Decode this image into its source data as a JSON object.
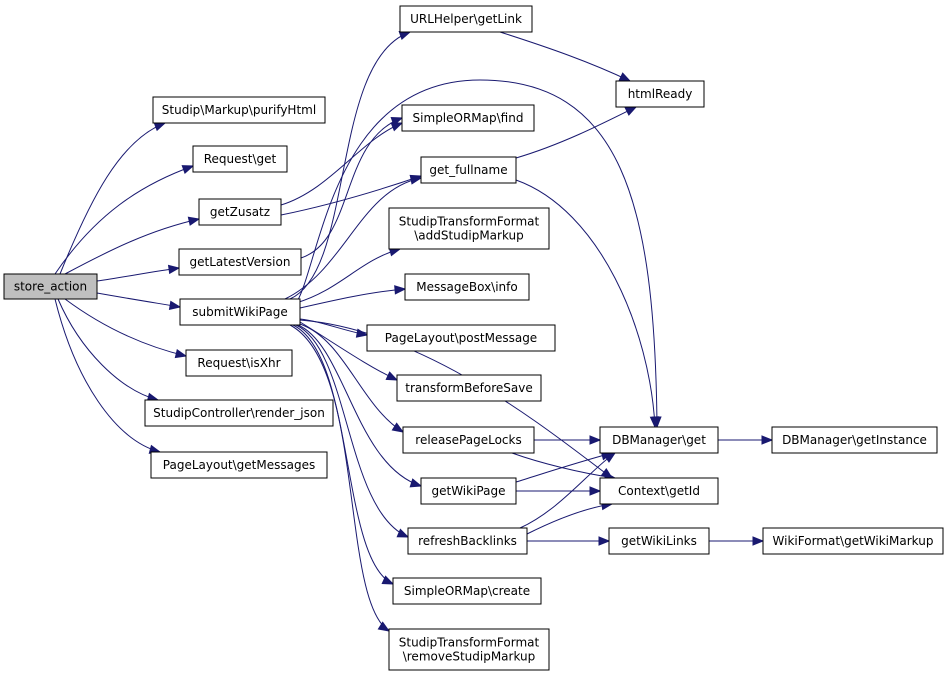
{
  "colors": {
    "edge": "#191970",
    "root_fill": "#bfbfbf",
    "node_fill": "#ffffff",
    "node_stroke": "#000000"
  },
  "nodes": {
    "store_action": [
      "store_action"
    ],
    "purifyHtml": [
      "Studip\\Markup\\purifyHtml"
    ],
    "request_get": [
      "Request\\get"
    ],
    "getZusatz": [
      "getZusatz"
    ],
    "getLatestVersion": [
      "getLatestVersion"
    ],
    "submitWikiPage": [
      "submitWikiPage"
    ],
    "isXhr": [
      "Request\\isXhr"
    ],
    "render_json": [
      "StudipController\\render_json"
    ],
    "getMessages": [
      "PageLayout\\getMessages"
    ],
    "getLink": [
      "URLHelper\\getLink"
    ],
    "find": [
      "SimpleORMap\\find"
    ],
    "get_fullname": [
      "get_fullname"
    ],
    "addStudipMarkup": [
      "StudipTransformFormat",
      "\\addStudipMarkup"
    ],
    "info": [
      "MessageBox\\info"
    ],
    "postMessage": [
      "PageLayout\\postMessage"
    ],
    "transformBeforeSave": [
      "transformBeforeSave"
    ],
    "releasePageLocks": [
      "releasePageLocks"
    ],
    "getWikiPage": [
      "getWikiPage"
    ],
    "refreshBacklinks": [
      "refreshBacklinks"
    ],
    "create": [
      "SimpleORMap\\create"
    ],
    "removeStudipMarkup": [
      "StudipTransformFormat",
      "\\removeStudipMarkup"
    ],
    "htmlReady": [
      "htmlReady"
    ],
    "db_get": [
      "DBManager\\get"
    ],
    "getInstance": [
      "DBManager\\getInstance"
    ],
    "getId": [
      "Context\\getId"
    ],
    "getWikiLinks": [
      "getWikiLinks"
    ],
    "getWikiMarkup": [
      "WikiFormat\\getWikiMarkup"
    ]
  },
  "edges": [
    [
      "store_action",
      "purifyHtml"
    ],
    [
      "store_action",
      "request_get"
    ],
    [
      "store_action",
      "getZusatz"
    ],
    [
      "store_action",
      "getLatestVersion"
    ],
    [
      "store_action",
      "submitWikiPage"
    ],
    [
      "store_action",
      "isXhr"
    ],
    [
      "store_action",
      "render_json"
    ],
    [
      "store_action",
      "getMessages"
    ],
    [
      "getZusatz",
      "find"
    ],
    [
      "getZusatz",
      "get_fullname"
    ],
    [
      "getLatestVersion",
      "find"
    ],
    [
      "submitWikiPage",
      "getLink"
    ],
    [
      "submitWikiPage",
      "db_get"
    ],
    [
      "submitWikiPage",
      "get_fullname"
    ],
    [
      "submitWikiPage",
      "addStudipMarkup"
    ],
    [
      "submitWikiPage",
      "info"
    ],
    [
      "submitWikiPage",
      "postMessage"
    ],
    [
      "submitWikiPage",
      "transformBeforeSave"
    ],
    [
      "submitWikiPage",
      "releasePageLocks"
    ],
    [
      "submitWikiPage",
      "getWikiPage"
    ],
    [
      "submitWikiPage",
      "refreshBacklinks"
    ],
    [
      "submitWikiPage",
      "create"
    ],
    [
      "submitWikiPage",
      "removeStudipMarkup"
    ],
    [
      "submitWikiPage",
      "getId"
    ],
    [
      "getLink",
      "htmlReady"
    ],
    [
      "get_fullname",
      "htmlReady"
    ],
    [
      "get_fullname",
      "db_get"
    ],
    [
      "releasePageLocks",
      "db_get"
    ],
    [
      "releasePageLocks",
      "getId"
    ],
    [
      "getWikiPage",
      "db_get"
    ],
    [
      "getWikiPage",
      "getId"
    ],
    [
      "refreshBacklinks",
      "db_get"
    ],
    [
      "refreshBacklinks",
      "getId"
    ],
    [
      "refreshBacklinks",
      "getWikiLinks"
    ],
    [
      "db_get",
      "getInstance"
    ],
    [
      "getWikiLinks",
      "getWikiMarkup"
    ]
  ]
}
